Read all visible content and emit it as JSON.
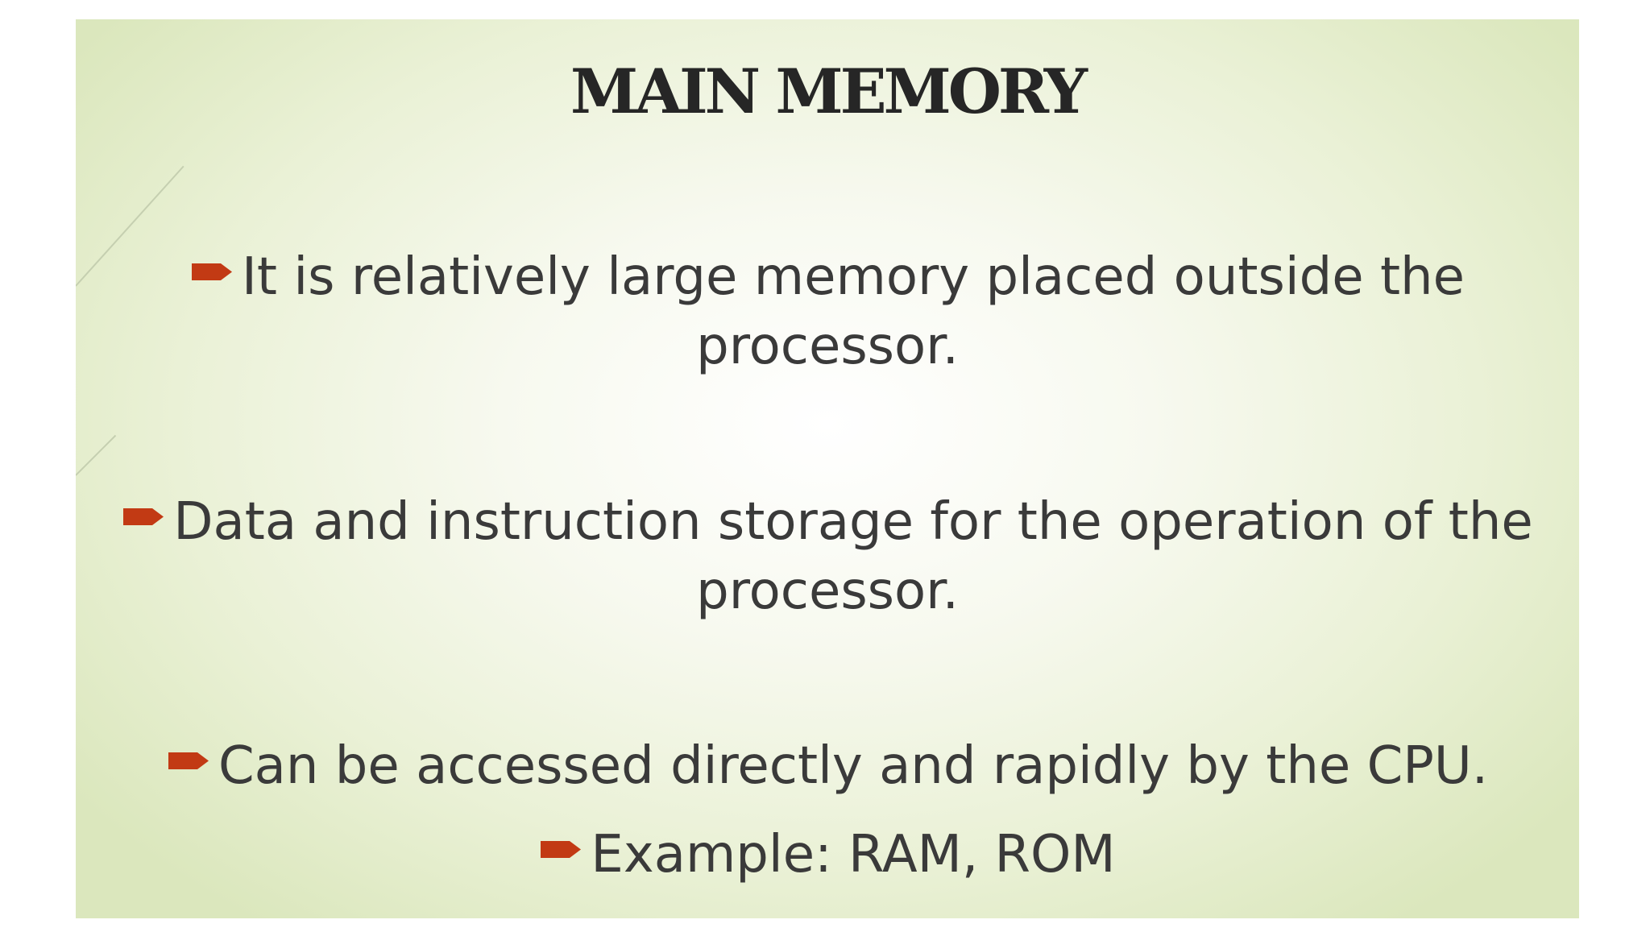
{
  "slide": {
    "title": "MAIN MEMORY",
    "bullets": [
      "It is relatively large memory placed outside the processor.",
      "Data and instruction storage for the operation of the processor.",
      "Can be accessed directly and rapidly by the CPU.",
      "Example: RAM, ROM"
    ],
    "bullet_icon": "arrow-bullet-icon",
    "colors": {
      "bullet_marker": "#c23a14",
      "text": "#3a3a3a",
      "title": "#262626",
      "background_edge": "#dbe7bd"
    }
  }
}
